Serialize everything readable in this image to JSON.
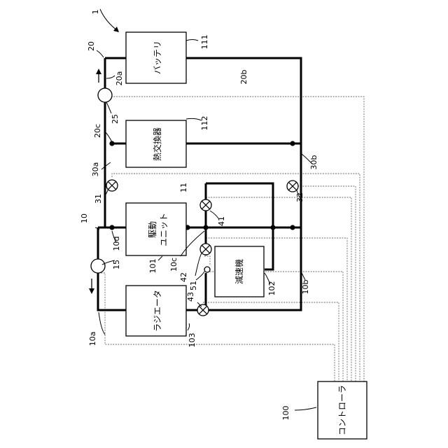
{
  "figure_ref": "1",
  "components": {
    "battery": {
      "label": "バッテリ",
      "ref": "111"
    },
    "heat_exchanger": {
      "label": "熱交換器",
      "ref": "112"
    },
    "drive_unit": {
      "label_line1": "駆動",
      "label_line2": "ユニット",
      "ref": "101"
    },
    "reducer": {
      "label": "減速機",
      "ref": "102"
    },
    "radiator": {
      "label": "ラジエータ",
      "ref": "103"
    },
    "controller": {
      "label": "コントローラ",
      "ref": "100"
    }
  },
  "circuits": {
    "first": {
      "ref": "20",
      "a": "20a",
      "b": "20b",
      "c": "20c"
    },
    "second": {
      "ref": "10",
      "a": "10a",
      "b": "10b",
      "c": "10c",
      "d": "10d"
    },
    "connect_a": "30a",
    "connect_b": "30b",
    "branch": "11"
  },
  "pumps": {
    "first": "25",
    "second": "15"
  },
  "valves": {
    "v31": "31",
    "v32": "32",
    "v41": "41",
    "v42": "42",
    "v43": "43"
  },
  "sensor": {
    "ref": "51"
  }
}
